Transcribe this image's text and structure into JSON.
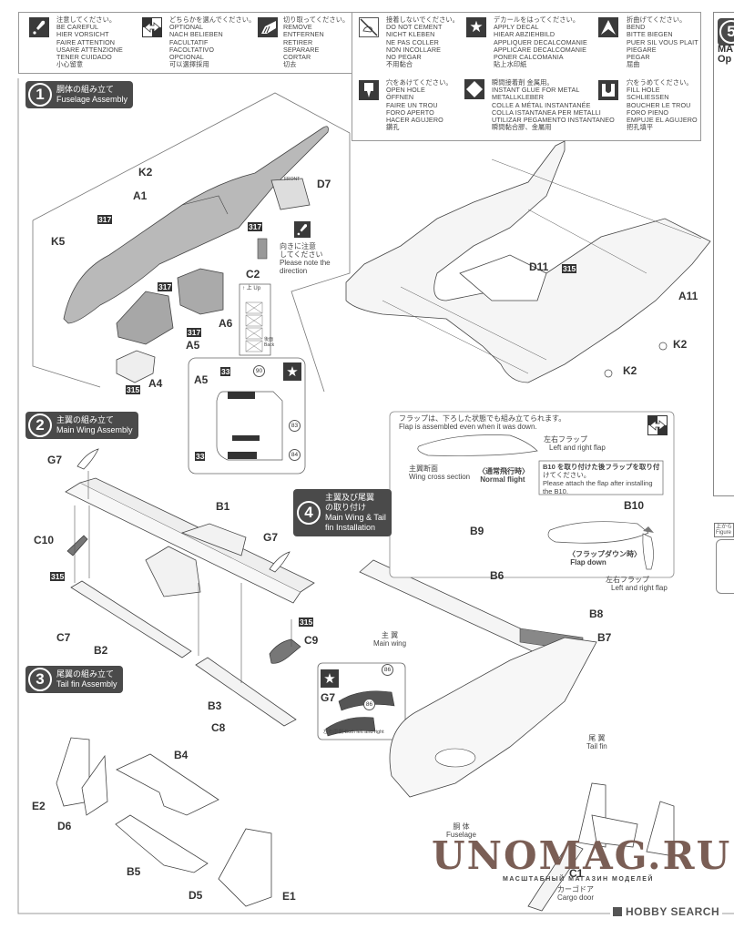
{
  "legend": {
    "items": [
      {
        "icon": "careful-icon",
        "lines": [
          "注意してください。",
          "BE CAREFUL",
          "HIER VORSICHT",
          "FAIRE ATTENTION",
          "USARE ATTENZIONE",
          "TENER CUIDADO",
          "小心留意"
        ]
      },
      {
        "icon": "optional-icon",
        "lines": [
          "どちらかを選んでください。",
          "OPTIONAL",
          "NACH BELIEBEN",
          "FACULTATIF",
          "FACOLTATIVO",
          "OPCIONAL",
          "可以選擇採用"
        ]
      },
      {
        "icon": "remove-icon",
        "lines": [
          "切り取ってください。",
          "REMOVE",
          "ENTFERNEN",
          "RETIRER",
          "SEPARARE",
          "CORTAR",
          "切去"
        ]
      },
      {
        "icon": "do-not-cement-icon",
        "lines": [
          "接着しないでください。",
          "DO NOT CEMENT",
          "NICHT KLEBEN",
          "NE PAS COLLER",
          "NON INCOLLARE",
          "NO PEGAR",
          "不用黏合"
        ]
      },
      {
        "icon": "apply-decal-icon",
        "lines": [
          "デカールをはってください。",
          "APPLY DECAL",
          "HIEAR ABZIEHBILD",
          "APPLIQUER DECALCOMANIE",
          "APPLICARE DECALCOMANIE",
          "PONER CALCOMANIA",
          "貼上水印紙"
        ]
      },
      {
        "icon": "bend-icon",
        "lines": [
          "折曲げてください。",
          "BEND",
          "BITTE BIEGEN",
          "PUER SIL VOUS PLAIT",
          "PIEGARE",
          "PEGAR",
          "屈曲"
        ]
      },
      {
        "icon": "open-hole-icon",
        "lines": [
          "穴をあけてください。",
          "OPEN HOLE",
          "ÖFFNEN",
          "FAIRE UN TROU",
          "FORO APERTO",
          "HACER AGUJERO",
          "鑽孔"
        ]
      },
      {
        "icon": "instant-glue-icon",
        "lines": [
          "瞬間接着剤 金属用。",
          "INSTANT GLUE FOR METAL",
          "METALLKLEBER",
          "COLLE A MÉTAL INSTANTANÉE",
          "COLLA ISTANTANEA PER METALLI",
          "UTILIZAR PEGAMENTO INSTANTANEO",
          "瞬間黏合膠、金屬用"
        ]
      },
      {
        "icon": "fill-hole-icon",
        "lines": [
          "穴をうめてください。",
          "FILL HOLE",
          "SCHLIESSEN",
          "BOUCHER LE TROU",
          "FORO PIENO",
          "EMPUJE EL AGUJERO",
          "把孔填平"
        ]
      }
    ]
  },
  "steps": {
    "step1": {
      "num": "1",
      "jp": "胴体の組み立て",
      "en": "Fuselage Assembly"
    },
    "step2": {
      "num": "2",
      "jp": "主翼の組み立て",
      "en": "Main Wing Assembly"
    },
    "step3": {
      "num": "3",
      "jp": "尾翼の組み立て",
      "en": "Tail fin Assembly"
    },
    "step4": {
      "num": "4",
      "jp1": "主翼及び尾翼",
      "jp2": "の取り付け",
      "en1": "Main Wing & Tail",
      "en2": "fin Installation"
    },
    "step5": {
      "num": "5",
      "line1": "MA",
      "line2": "Op"
    }
  },
  "step1_parts": {
    "K2": "K2",
    "A1": "A1",
    "K5": "K5",
    "D7": "D7",
    "C2": "C2",
    "A6": "A6",
    "A5": "A5",
    "A5b": "A5",
    "A4": "A4",
    "paint_317": "317",
    "paint_315": "315",
    "front_label": "FRONT",
    "note_jp1": "向きに注意",
    "note_jp2": "してください",
    "note_en1": "Please note the",
    "note_en2": "direction",
    "up_jp": "上",
    "up_en": "Up",
    "back_jp": "後面",
    "back_en": "Back",
    "decal_33": "33",
    "decal_90": "90",
    "decal_83": "83",
    "decal_84": "84"
  },
  "fuselage_parts": {
    "D11": "D11",
    "A11": "A11",
    "K2": "K2",
    "paint_315": "315"
  },
  "step2_parts": {
    "G7": "G7",
    "B1": "B1",
    "C10": "C10",
    "paint_315": "315",
    "C7": "C7",
    "B2": "B2",
    "B3": "B3",
    "C9": "C9",
    "C8": "C8"
  },
  "g7_decal": {
    "label": "G7",
    "decal": "86",
    "caption_jp": "左右両側",
    "caption_en": "Both left and right"
  },
  "step3_parts": {
    "B4": "B4",
    "E2": "E2",
    "D6": "D6",
    "B5": "B5",
    "D5": "D5",
    "E1": "E1"
  },
  "flap_note": {
    "title_jp": "フラップは、下ろした状態でも組み立てられます。",
    "title_en": "Flap is assembled even when it was down.",
    "flap_jp": "左右フラップ",
    "flap_en": "Left and right flap",
    "section_jp": "主翼断面",
    "section_en": "Wing cross section",
    "normal_jp": "通常飛行時",
    "normal_en": "Normal flight",
    "b10_note_jp1": "B10 を取り付けた後フラップを取り付",
    "b10_note_jp2": "けてください。",
    "b10_note_en1": "Please attach the flap after installing",
    "b10_note_en2": "the B10.",
    "B10": "B10",
    "down_jp": "フラップダウン時",
    "down_en": "Flap down",
    "flap2_jp": "左右フラップ",
    "flap2_en": "Left and right flap"
  },
  "step4_parts": {
    "B9": "B9",
    "B6": "B6",
    "B8": "B8",
    "B7": "B7",
    "C1": "C1",
    "main_wing_jp": "主 翼",
    "main_wing_en": "Main wing",
    "tail_fin_jp": "尾 翼",
    "tail_fin_en": "Tail fin",
    "fuselage_jp": "胴 体",
    "fuselage_en": "Fuselage",
    "cargo_jp": "カーゴドア",
    "cargo_en": "Cargo door"
  },
  "side_fig": {
    "jp": "上から",
    "en": "Figure"
  },
  "watermark": {
    "main": "UNOMAG.RU",
    "sub": "МАСШТАБНЫЙ МАГАЗИН МОДЕЛЕЙ"
  },
  "footer": {
    "brand": "HOBBY SEARCH"
  }
}
